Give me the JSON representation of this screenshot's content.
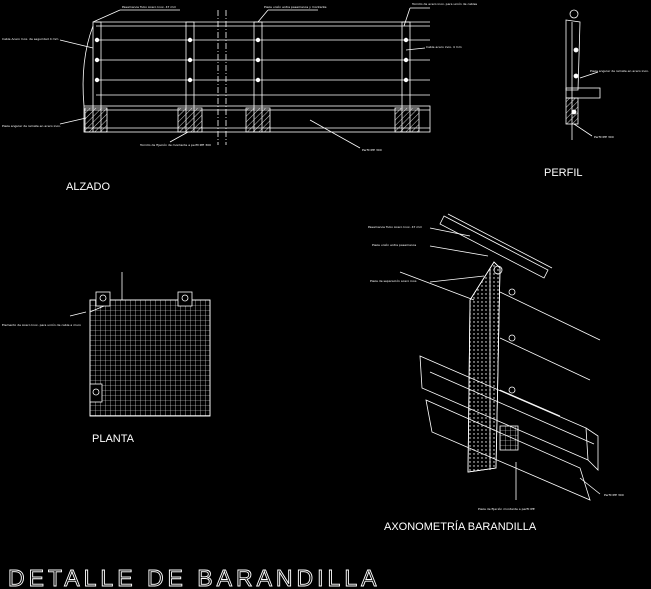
{
  "labels": {
    "alzado": "ALZADO",
    "perfil": "PERFIL",
    "planta": "PLANTA",
    "axonometria": "AXONOMETRÍA BARANDILLA",
    "main_title": "DETALLE DE BARANDILLA"
  },
  "notes": {
    "alzado_top_left": "Pasamanos Tubo Acero Inox. 47 mm",
    "alzado_top_mid": "Pieza unión entre pasamanos y montante",
    "alzado_top_right": "Tornillo de acero inox. para unión de cables",
    "alzado_left_1": "Cable Acero Inox. de seguridad 4 mm",
    "alzado_left_2": "Pieza angular de remate en acero inox.",
    "alzado_right_1": "Cable acero inox. 4 mm",
    "alzado_bottom_mid": "Tornillo de fijación de montante a perfil IPE 300",
    "alzado_bottom_right": "Perfil IPE 300",
    "perfil_right": "Pieza angular de remate en acero inox.",
    "perfil_bottom": "Perfil IPE 300",
    "planta_left": "Elemento de Acero Inox. para unión de cable a muro",
    "axo_1": "Pasamanos Tubo Acero Inox. 47 mm",
    "axo_2": "Pieza unión entre pasamanos",
    "axo_3": "Pieza de separación acero inox.",
    "axo_bottom": "Pieza de fijación montante a perfil IPE",
    "axo_right": "Perfil IPE 300"
  },
  "colors": {
    "background": "#000000",
    "line": "#ffffff"
  }
}
